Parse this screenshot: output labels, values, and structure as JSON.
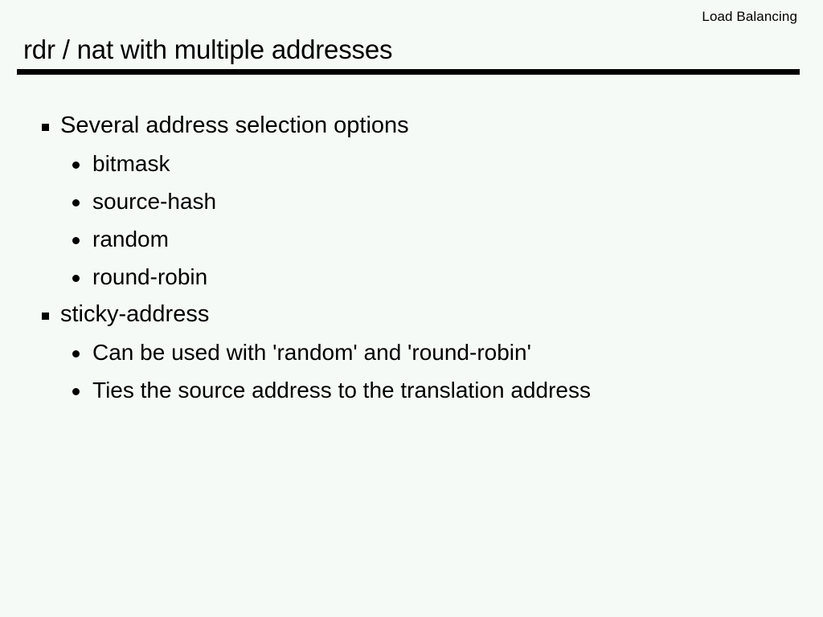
{
  "slide": {
    "header": "Load Balancing",
    "title": "rdr / nat with multiple addresses",
    "background_color": "#f5faf7",
    "text_color": "#000000",
    "rule_color": "#000000",
    "bullets": [
      {
        "level": 1,
        "marker": "square-bullet-icon",
        "text": "Several address selection options"
      },
      {
        "level": 2,
        "marker": "round-bullet-icon",
        "text": "bitmask"
      },
      {
        "level": 2,
        "marker": "round-bullet-icon",
        "text": "source-hash"
      },
      {
        "level": 2,
        "marker": "round-bullet-icon",
        "text": "random"
      },
      {
        "level": 2,
        "marker": "round-bullet-icon",
        "text": "round-robin"
      },
      {
        "level": 1,
        "marker": "square-bullet-icon",
        "text": "sticky-address"
      },
      {
        "level": 2,
        "marker": "round-bullet-icon",
        "text": "Can be used with 'random' and 'round-robin'"
      },
      {
        "level": 2,
        "marker": "round-bullet-icon",
        "text": "Ties the source address to the translation address"
      }
    ]
  }
}
